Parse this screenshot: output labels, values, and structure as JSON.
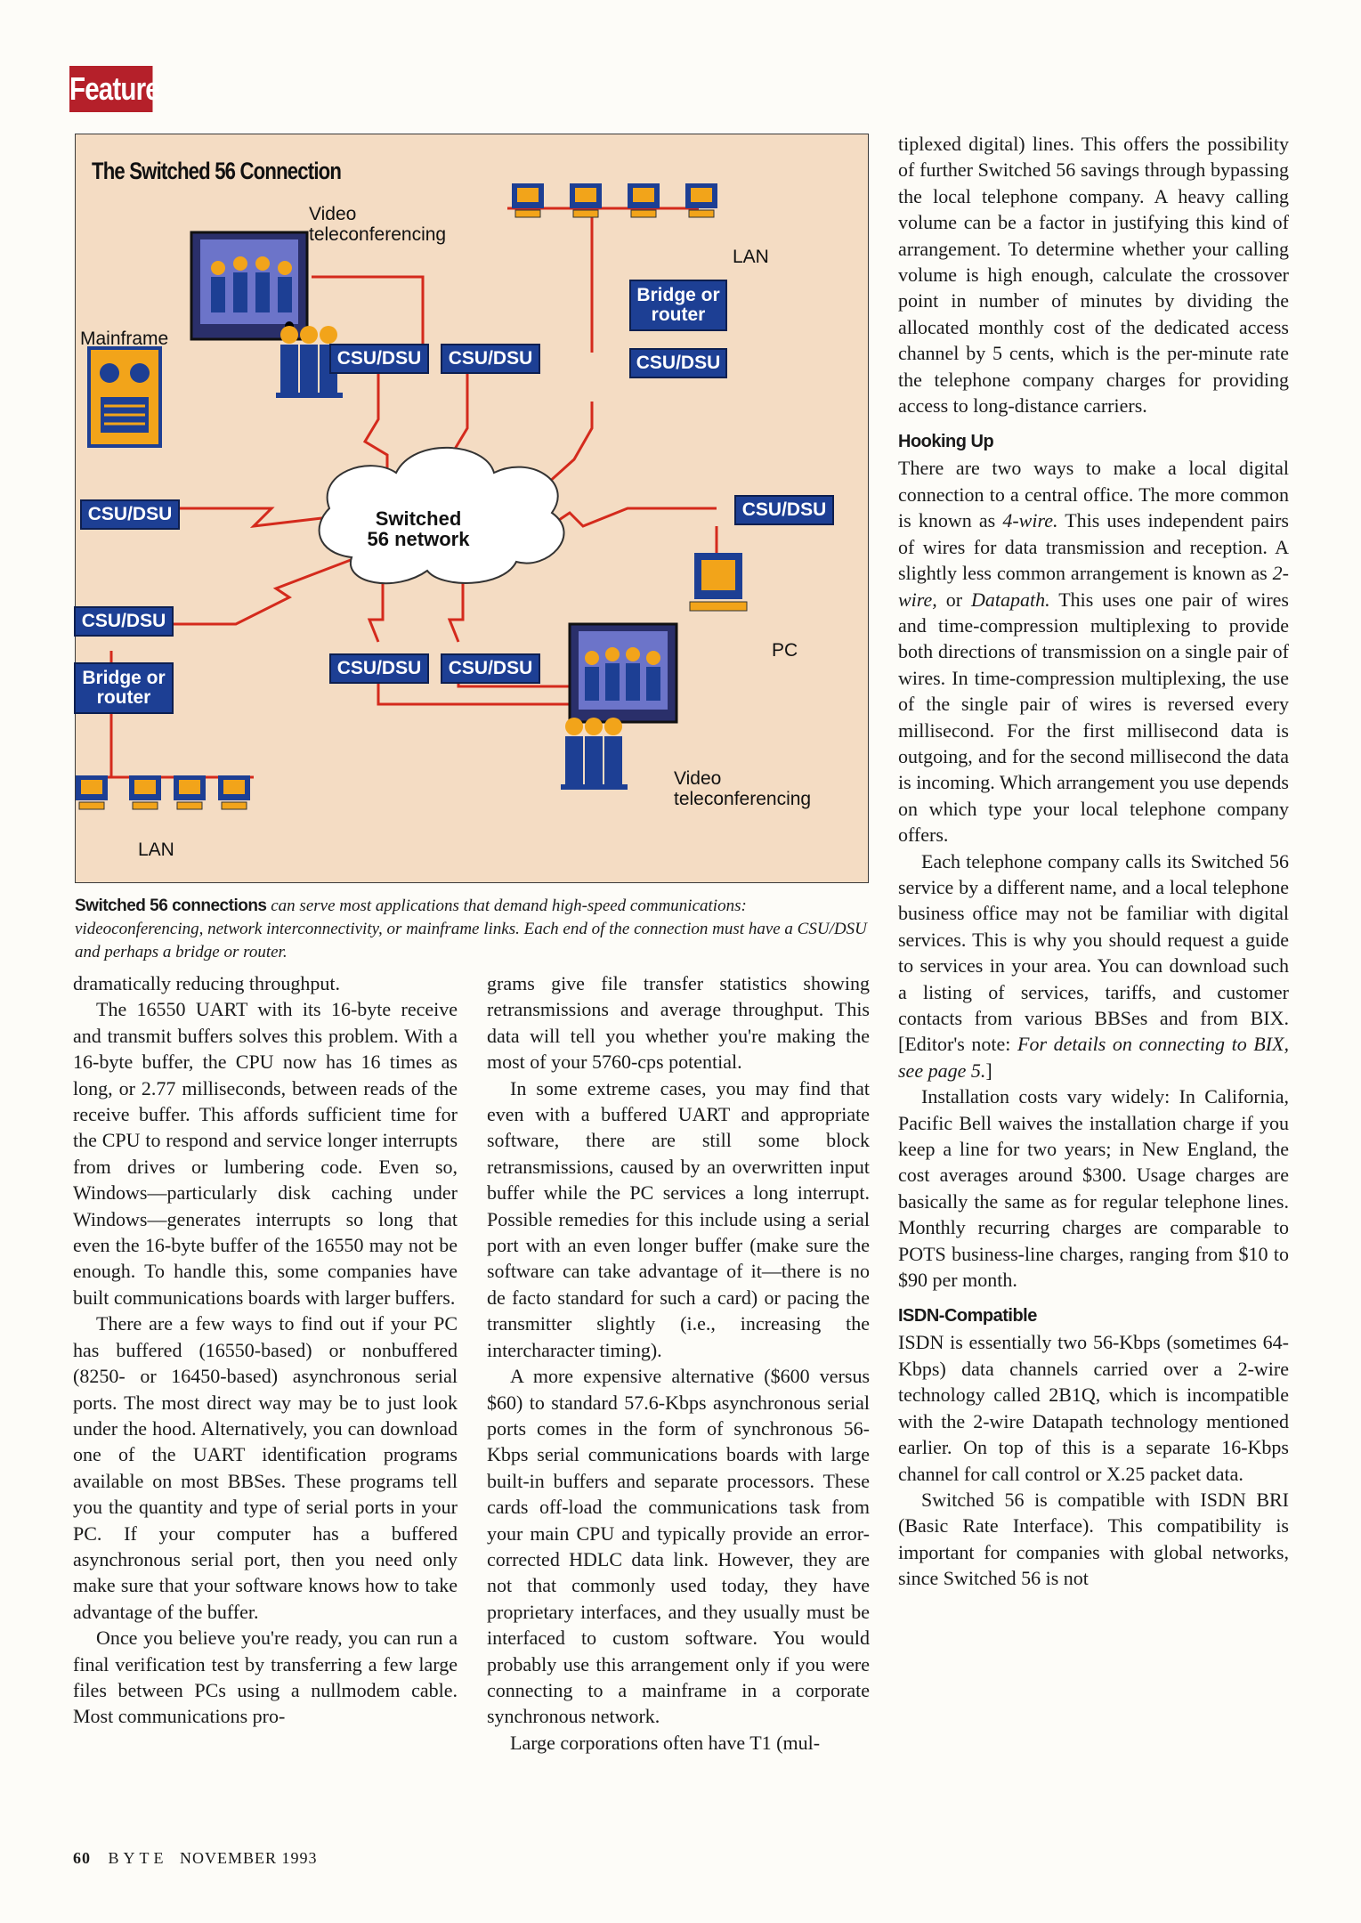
{
  "header": {
    "section": "Feature"
  },
  "figure": {
    "title": "The Switched 56 Connection",
    "labels": {
      "video_top": "Video\nteleconferencing",
      "lan_top": "LAN",
      "mainframe": "Mainframe",
      "pc": "PC",
      "video_bottom": "Video\nteleconferencing",
      "lan_bottom": "LAN"
    },
    "boxes": {
      "csu_top_1": "CSU/DSU",
      "csu_top_2": "CSU/DSU",
      "bridge_top": "Bridge or\nrouter",
      "csu_top_right": "CSU/DSU",
      "csu_left": "CSU/DSU",
      "csu_right": "CSU/DSU",
      "csu_left_low": "CSU/DSU",
      "bridge_left": "Bridge or\nrouter",
      "csu_bottom_1": "CSU/DSU",
      "csu_bottom_2": "CSU/DSU"
    },
    "cloud": "Switched\n56 network",
    "colors": {
      "box": "#1d3f94",
      "line": "#d42a1c",
      "background": "#f4dcc3",
      "device": "#f2a41a"
    }
  },
  "caption": {
    "lead": "Switched 56 connections",
    "text": "can serve most applications that demand high-speed communications: videoconferencing, network interconnectivity, or mainframe links. Each end of the connection must have a CSU/DSU and perhaps a bridge or router."
  },
  "column1": [
    "dramatically reducing throughput.",
    "The 16550 UART with its 16-byte receive and transmit buffers solves this problem. With a 16-byte buffer, the CPU now has 16 times as long, or 2.77 milliseconds, between reads of the receive buffer. This affords sufficient time for the CPU to respond and service longer interrupts from drives or lumbering code. Even so, Windows—particularly disk caching under Windows—generates interrupts so long that even the 16-byte buffer of the 16550 may not be enough. To handle this, some companies have built communications boards with larger buffers.",
    "There are a few ways to find out if your PC has buffered (16550-based) or nonbuffered (8250- or 16450-based) asynchronous serial ports. The most direct way may be to just look under the hood. Alternatively, you can download one of the UART identification programs available on most BBSes. These programs tell you the quantity and type of serial ports in your PC. If your computer has a buffered asynchronous serial port, then you need only make sure that your software knows how to take advantage of the buffer.",
    "Once you believe you're ready, you can run a final verification test by transferring a few large files between PCs using a nullmodem cable. Most communications pro-"
  ],
  "column2": [
    "grams give file transfer statistics showing retransmissions and average throughput. This data will tell you whether you're making the most of your 5760-cps potential.",
    "In some extreme cases, you may find that even with a buffered UART and appropriate software, there are still some block retransmissions, caused by an overwritten input buffer while the PC services a long interrupt. Possible remedies for this include using a serial port with an even longer buffer (make sure the software can take advantage of it—there is no de facto standard for such a card) or pacing the transmitter slightly (i.e., increasing the intercharacter timing).",
    "A more expensive alternative ($600 versus $60) to standard 57.6-Kbps asynchronous serial ports comes in the form of synchronous 56-Kbps serial communications boards with large built-in buffers and separate processors. These cards off-load the communications task from your main CPU and typically provide an error-corrected HDLC data link. However, they are not that commonly used today, they have proprietary interfaces, and they usually must be interfaced to custom software. You would probably use this arrangement only if you were connecting to a mainframe in a corporate synchronous network.",
    "Large corporations often have T1 (mul-"
  ],
  "column3": {
    "intro": "tiplexed digital) lines. This offers the possibility of further Switched 56 savings through bypassing the local telephone company. A heavy calling volume can be a factor in justifying this kind of arrangement. To determine whether your calling volume is high enough, calculate the crossover point in number of minutes by dividing the allocated monthly cost of the dedicated access channel by 5 cents, which is the per-minute rate the telephone company charges for providing access to long-distance carriers.",
    "heading1": "Hooking Up",
    "p1a": "There are two ways to make a local digital connection to a central office. The more common is known as ",
    "p1_em1": "4-wire.",
    "p1b": " This uses independent pairs of wires for data transmission and reception. A slightly less common arrangement is known as ",
    "p1_em2": "2-wire,",
    "p1c": " or ",
    "p1_em3": "Datapath.",
    "p1d": " This uses one pair of wires and time-compression multiplexing to provide both directions of transmission on a single pair of wires. In time-compression multiplexing, the use of the single pair of wires is reversed every millisecond. For the first millisecond data is outgoing, and for the second millisecond the data is incoming. Which arrangement you use depends on which type your local telephone company offers.",
    "p2a": "Each telephone company calls its Switched 56 service by a different name, and a local telephone business office may not be familiar with digital services. This is why you should request a guide to services in your area. You can download such a listing of services, tariffs, and customer contacts from various BBSes and from BIX. [Editor's note: ",
    "p2_em": "For details on connecting to BIX, see page 5.",
    "p2b": "]",
    "p3": "Installation costs vary widely: In California, Pacific Bell waives the installation charge if you keep a line for two years; in New England, the cost averages around $300. Usage charges are basically the same as for regular telephone lines. Monthly recurring charges are comparable to POTS business-line charges, ranging from $10 to $90 per month.",
    "heading2": "ISDN-Compatible",
    "p4": "ISDN is essentially two 56-Kbps (sometimes 64-Kbps) data channels carried over a 2-wire technology called 2B1Q, which is incompatible with the 2-wire Datapath technology mentioned earlier. On top of this is a separate 16-Kbps channel for call control or X.25 packet data.",
    "p5": "Switched 56 is compatible with ISDN BRI (Basic Rate Interface). This compatibility is important for companies with global networks, since Switched 56 is not"
  },
  "footer": {
    "page": "60",
    "magazine": "BYTE",
    "issue": "NOVEMBER 1993"
  }
}
